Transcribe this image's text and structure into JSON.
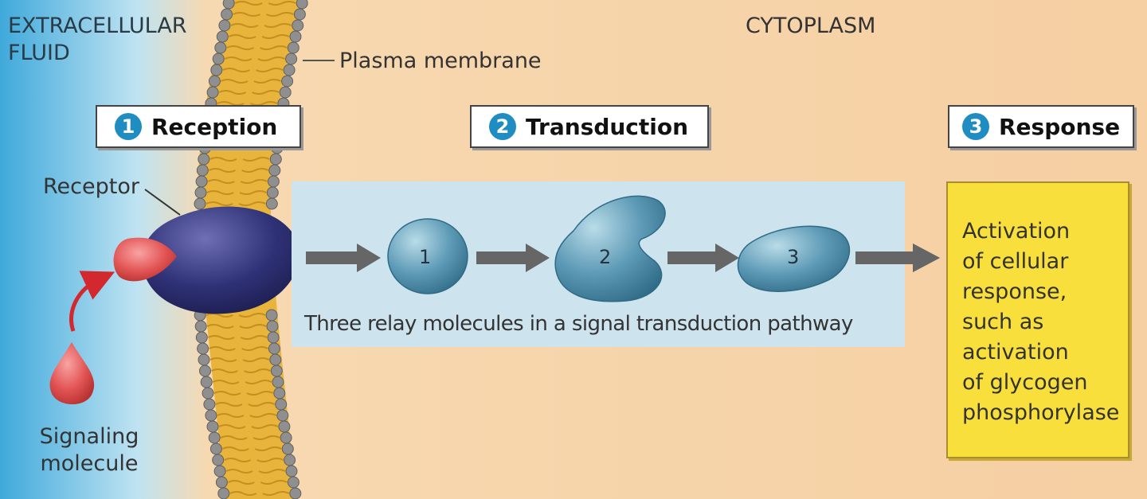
{
  "regions": {
    "extracellular": "EXTRACELLULAR\nFLUID",
    "cytoplasm": "CYTOPLASM"
  },
  "labels": {
    "plasma_membrane": "Plasma membrane",
    "receptor": "Receptor",
    "signaling_molecule": "Signaling\nmolecule"
  },
  "stages": [
    {
      "number": "1",
      "name": "Reception"
    },
    {
      "number": "2",
      "name": "Transduction"
    },
    {
      "number": "3",
      "name": "Response"
    }
  ],
  "relay": {
    "molecules": [
      "1",
      "2",
      "3"
    ],
    "caption": "Three relay molecules in a signal transduction pathway"
  },
  "response": {
    "text": "Activation\nof cellular\nresponse,\nsuch as\nactivation\nof glycogen\nphosphorylase"
  },
  "colors": {
    "extracellular_blue": "#4fb3df",
    "cytoplasm_peach": "#f8d4a4",
    "stage_number": "#1f8cc2",
    "receptor_navy": "#2b2d6e",
    "relay_teal": "#4e91ad",
    "signal_red": "#e25454",
    "response_yellow": "#f9df3c"
  }
}
